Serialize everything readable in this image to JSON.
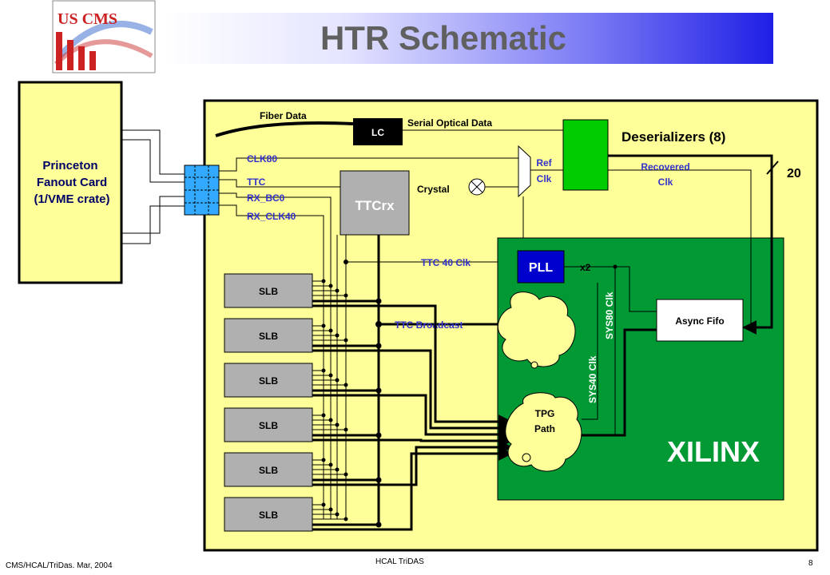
{
  "slide": {
    "title": "HTR Schematic",
    "footer_left": "CMS/HCAL/TriDas. Mar, 2004",
    "footer_center": "HCAL TriDAS",
    "page_number": "8"
  },
  "logo": {
    "text": "US CMS"
  },
  "fanout_card": {
    "line1": "Princeton",
    "line2": "Fanout Card",
    "line3": "(1/VME crate)"
  },
  "board": {
    "fiber_data": "Fiber Data",
    "serial_optical_data": "Serial Optical Data",
    "lc": "LC",
    "deserializers": "Deserializers (8)",
    "ref_clk_1": "Ref",
    "ref_clk_2": "Clk",
    "recovered_clk_1": "Recovered",
    "recovered_clk_2": "Clk",
    "bus_width": "20",
    "crystal": "Crystal",
    "ttcrx": "TTCrx",
    "signals": [
      "CLK80",
      "TTC",
      "RX_BC0",
      "RX_CLK40"
    ],
    "ttc_40_clk": "TTC 40 Clk",
    "ttc_broadcast": "TTC Broadcast",
    "pll": "PLL",
    "x2": "x2",
    "sys80": "SYS80 Clk",
    "sys40": "SYS40 Clk",
    "async_fifo": "Async Fifo",
    "tpg_1": "TPG",
    "tpg_2": "Path",
    "xilinx": "XILINX",
    "slbs": [
      "SLB",
      "SLB",
      "SLB",
      "SLB",
      "SLB",
      "SLB"
    ]
  },
  "colors": {
    "board_fill": "#ffff99",
    "xilinx_fill": "#009933",
    "deserializer_fill": "#00cc00",
    "pll_fill": "#0000cc",
    "slb_fill": "#b0b0b0",
    "signal_label": "#3333cc",
    "connector_fill": "#33aaff"
  }
}
